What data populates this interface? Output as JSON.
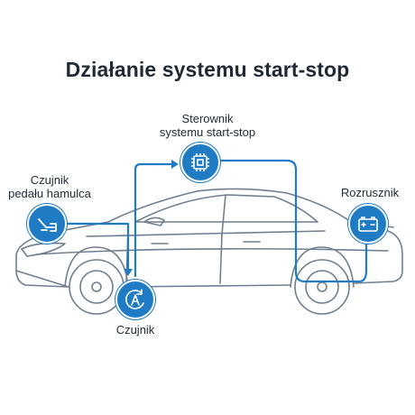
{
  "title": "Działanie systemu start-stop",
  "nodes": {
    "ecu": {
      "line1": "Sterownik",
      "line2": "systemu start-stop",
      "icon": "chip-icon"
    },
    "brake": {
      "line1": "Czujnik",
      "line2": "pedału hamulca",
      "icon": "brake-pedal-icon"
    },
    "starter": {
      "line1": "Rozrusznik",
      "icon": "battery-icon"
    },
    "sensor": {
      "line1": "Czujnik",
      "icon": "sensor-a-icon"
    }
  },
  "colors": {
    "accent": "#1f7bc4",
    "outline": "#6f7f8f",
    "text": "#1f2a36"
  }
}
